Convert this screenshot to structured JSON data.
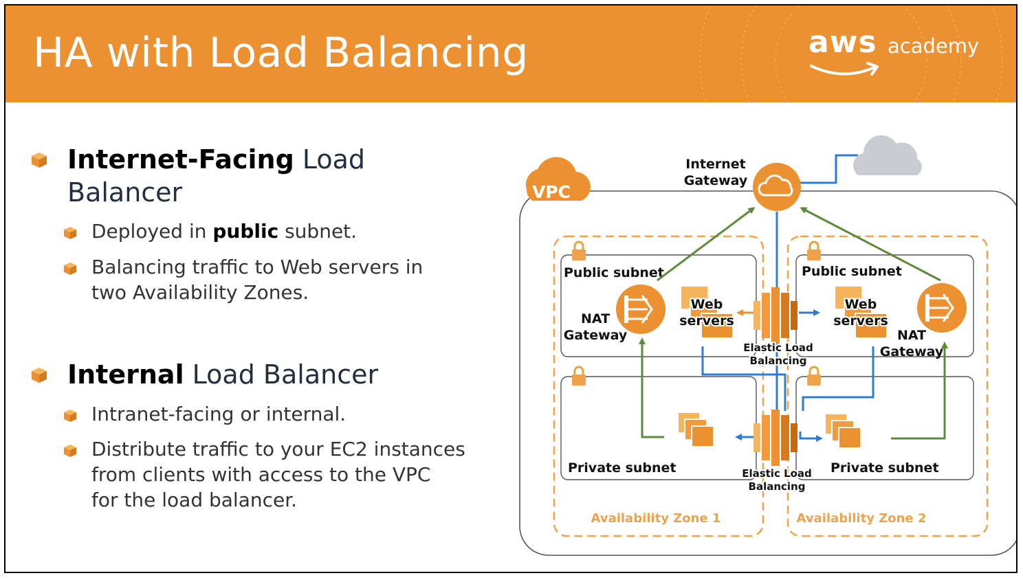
{
  "slide": {
    "title": "HA with Load Balancing",
    "logo": {
      "brand": "aws",
      "product": "academy"
    }
  },
  "bullets": [
    {
      "bold": "Internet-Facing",
      "rest_line1": " Load",
      "line2": "Balancer",
      "subitems": [
        {
          "prefix": "Deployed in ",
          "bold": "public",
          "suffix": " subnet."
        },
        {
          "line1": "Balancing traffic to Web servers in",
          "line2": "two Availability Zones."
        }
      ]
    },
    {
      "bold": "Internal",
      "rest": " Load Balancer",
      "subitems": [
        {
          "line1": "Intranet-facing or internal."
        },
        {
          "line1": "Distribute traffic to your EC2 instances",
          "line2": "from clients with access to the VPC",
          "line3": "for the load balancer."
        }
      ]
    }
  ],
  "diagram": {
    "vpc_label": "VPC",
    "internet_gateway": [
      "Internet",
      "Gateway"
    ],
    "public_subnet_left": "Public subnet",
    "public_subnet_right": "Public subnet",
    "private_subnet_left": "Private subnet",
    "private_subnet_right": "Private subnet",
    "nat_left": [
      "NAT",
      "Gateway"
    ],
    "nat_right": [
      "NAT",
      "Gateway"
    ],
    "web_left": [
      "Web",
      "servers"
    ],
    "web_right": [
      "Web",
      "servers"
    ],
    "elb_top": [
      "Elastic Load",
      "Balancing"
    ],
    "elb_bottom": [
      "Elastic Load",
      "Balancing"
    ],
    "az1": "Availability Zone 1",
    "az2": "Availability Zone 2"
  },
  "colors": {
    "orange": "#ec9132",
    "green": "#5b8a3a",
    "blue": "#2f7bd0",
    "az_border": "#f0a24a",
    "cloud": "#c9ccd1"
  }
}
